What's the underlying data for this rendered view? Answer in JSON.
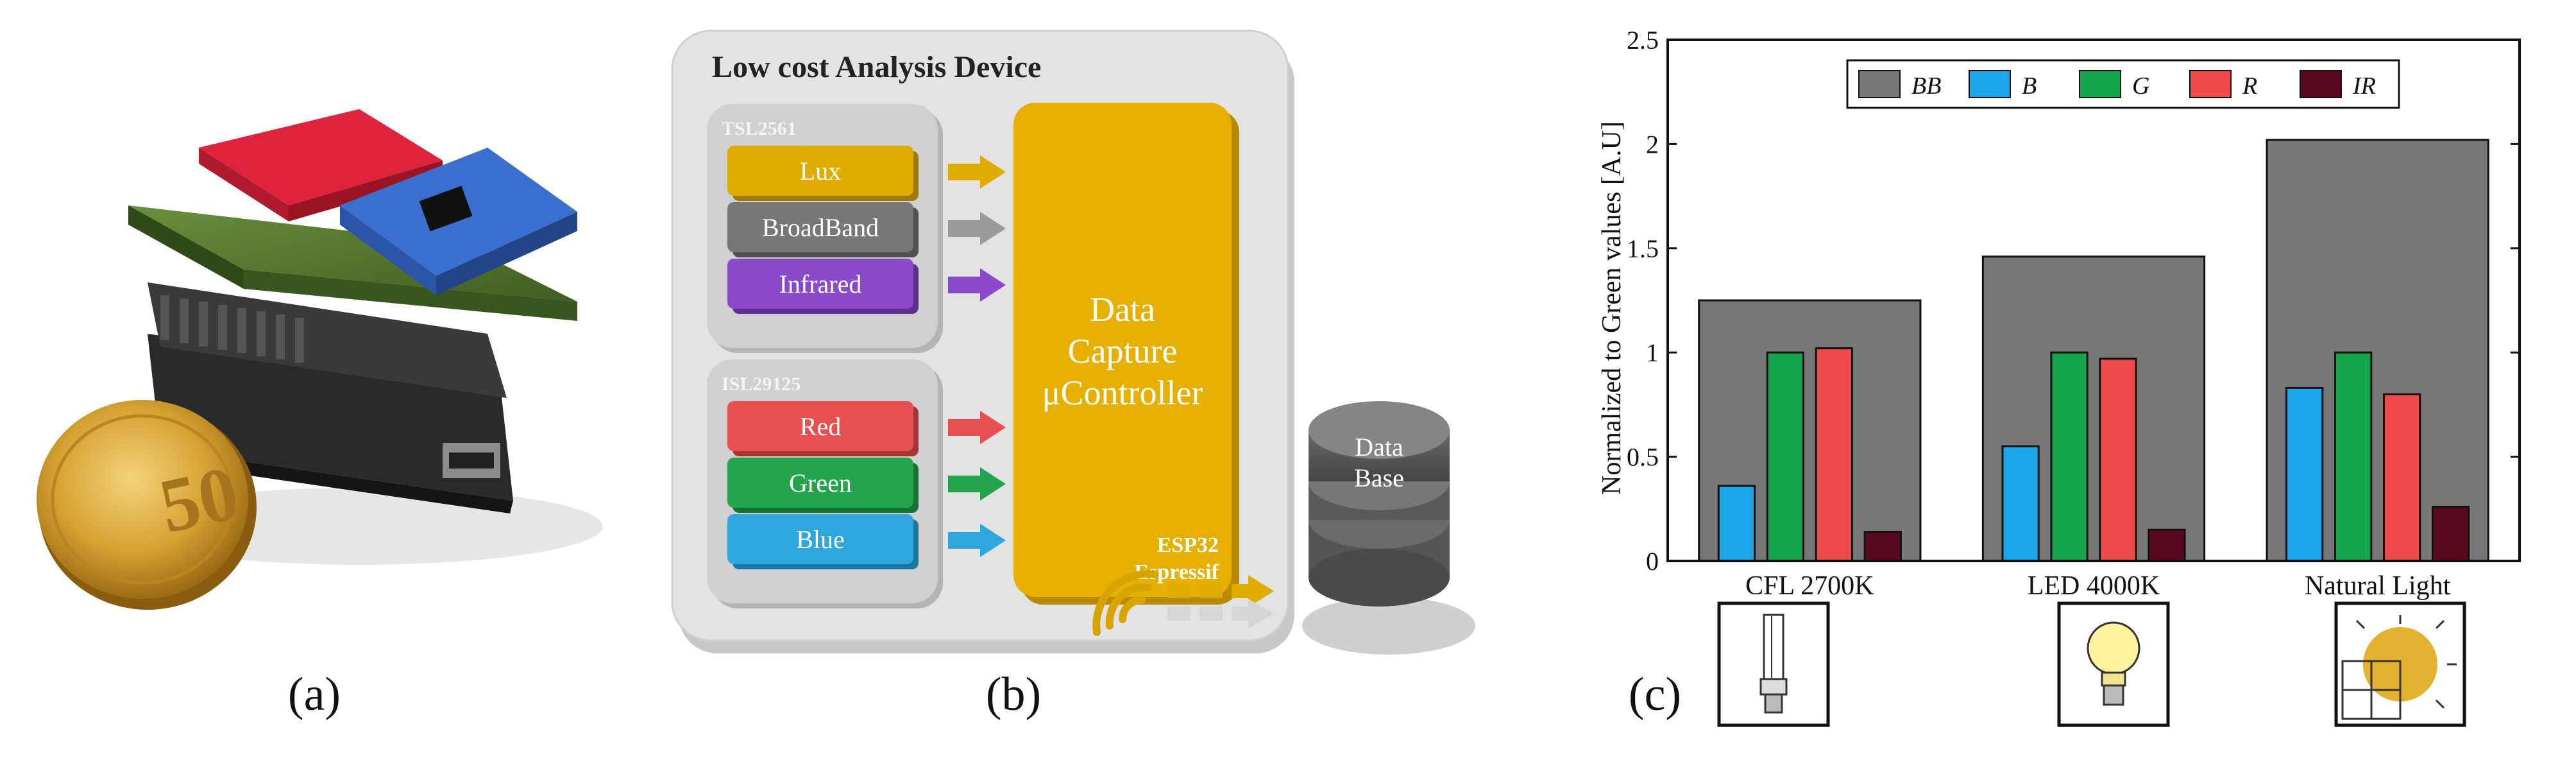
{
  "panel_a": {
    "caption": "(a)",
    "coin_value": "50"
  },
  "panel_b": {
    "caption": "(b)",
    "title": "Low cost Analysis Device",
    "sensor1": {
      "name": "TSL2561",
      "channels": [
        "Lux",
        "BroadBand",
        "Infrared"
      ]
    },
    "sensor2": {
      "name": "ISL29125",
      "channels": [
        "Red",
        "Green",
        "Blue"
      ]
    },
    "controller": {
      "line1": "Data",
      "line2": "Capture",
      "line3": "μController",
      "chip": "ESP32",
      "maker": "Espressif"
    },
    "database": {
      "line1": "Data",
      "line2": "Base"
    },
    "colors": {
      "lux": "#e0ac00",
      "broadband": "#777777",
      "infrared": "#8a49c9",
      "red": "#e85050",
      "green": "#22a34c",
      "blue": "#2ea6de",
      "controller": "#e7b000"
    }
  },
  "panel_c": {
    "caption": "(c)",
    "lamp_icons": [
      "cfl-bulb-icon",
      "led-bulb-icon",
      "sun-window-icon"
    ],
    "chart_data": {
      "type": "bar",
      "categories": [
        "CFL 2700K",
        "LED 4000K",
        "Natural Light"
      ],
      "series": [
        {
          "name": "BB",
          "values": [
            1.25,
            1.46,
            2.02
          ],
          "color": "#777777"
        },
        {
          "name": "B",
          "values": [
            0.36,
            0.55,
            0.83
          ],
          "color": "#1ca7ec"
        },
        {
          "name": "G",
          "values": [
            1.0,
            1.0,
            1.0
          ],
          "color": "#14a64a"
        },
        {
          "name": "R",
          "values": [
            1.02,
            0.97,
            0.8
          ],
          "color": "#ef4b4b"
        },
        {
          "name": "IR",
          "values": [
            0.14,
            0.15,
            0.26
          ],
          "color": "#5a0a1e"
        }
      ],
      "ylabel": "Normalized to Green values [A.U]",
      "ylim": [
        0,
        2.5
      ],
      "yticks": [
        "0",
        "0.5",
        "1",
        "1.5",
        "2",
        "2.5"
      ],
      "legend_position": "top",
      "grid": false
    }
  }
}
